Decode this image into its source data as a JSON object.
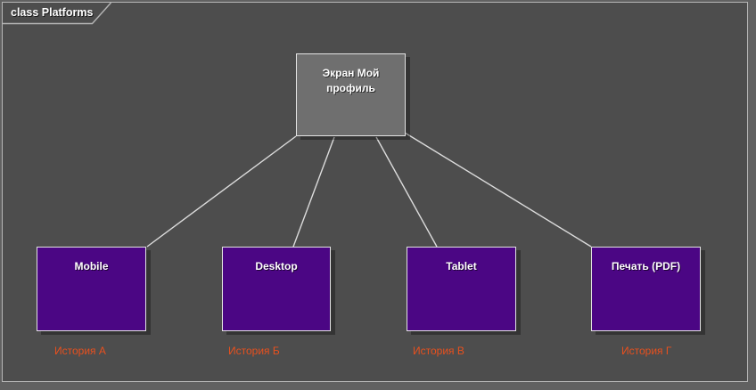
{
  "diagram": {
    "tab_label": "class Platforms",
    "diagram_type": "class",
    "diagram_name": "Platforms",
    "colors": {
      "outer_background": "#616161",
      "canvas_background": "#4d4d4d",
      "frame_border": "#b6b6b6",
      "screen_node_fill": "#6f6f6f",
      "platform_node_fill": "#4b0684",
      "node_border": "#e3e3e3",
      "connector": "#dcdcdc",
      "node_label_text": "#ffffff",
      "story_label_text": "#e8501e"
    },
    "screen_node": {
      "label": "Экран Мой профиль"
    },
    "platform_nodes": [
      {
        "label": "Mobile",
        "story": "История А"
      },
      {
        "label": "Desktop",
        "story": "История Б"
      },
      {
        "label": "Tablet",
        "story": "История В"
      },
      {
        "label": "Печать (PDF)",
        "story": "История Г"
      }
    ]
  }
}
